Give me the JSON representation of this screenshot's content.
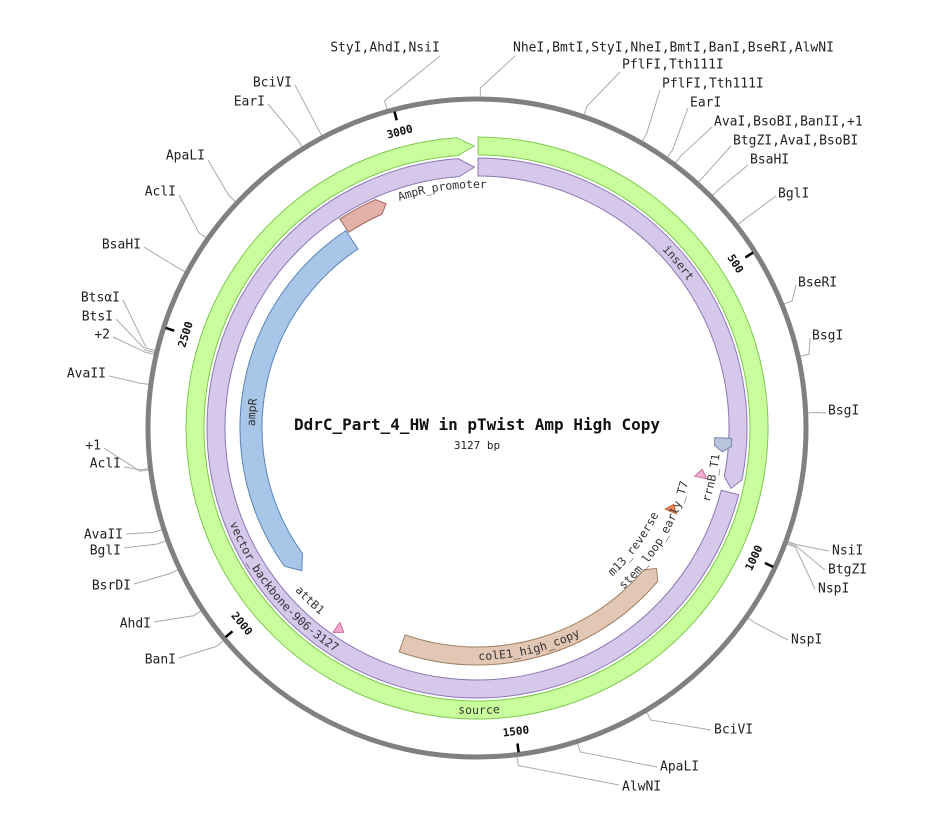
{
  "title": "DdrC_Part_4_HW in pTwist Amp High Copy",
  "length_label": "3127 bp",
  "total_bp": 3127,
  "backbone_color": "#808080",
  "ticks": [
    {
      "bp": 500,
      "label": "500"
    },
    {
      "bp": 1000,
      "label": "1000"
    },
    {
      "bp": 1500,
      "label": "1500"
    },
    {
      "bp": 2000,
      "label": "2000"
    },
    {
      "bp": 2500,
      "label": "2500"
    },
    {
      "bp": 3000,
      "label": "3000"
    }
  ],
  "features": [
    {
      "id": "source",
      "label": "source",
      "start": 2,
      "end": 3122,
      "direction": "forward",
      "fill": "#c8ff9c",
      "stroke": "#7ec850",
      "shape": "arrow",
      "label_bp": 1560,
      "label_dir": "ccw"
    },
    {
      "id": "insert",
      "label": "insert",
      "start": 2,
      "end": 898,
      "direction": "forward",
      "fill": "#d5c8ea",
      "stroke": "#8c78b2",
      "shape": "arrow",
      "label_bp": 440,
      "label_dir": "cw"
    },
    {
      "id": "vector-backbone",
      "label": "vector_backbone-906-3127",
      "start": 906,
      "end": 3122,
      "direction": "forward",
      "fill": "#d5c8ea",
      "stroke": "#8c78b2",
      "shape": "arrow",
      "label_bp": 2003,
      "label_dir": "ccw"
    },
    {
      "id": "ampr-promoter",
      "label": "AmpR_promoter",
      "start": 2838,
      "end": 2935,
      "direction": "forward",
      "fill": "#e2b2a8",
      "stroke": "#a0665c",
      "shape": "arrow",
      "label_bp": 3055,
      "label_dir": "cw"
    },
    {
      "id": "ampr",
      "label": "ampR",
      "start": 2005,
      "end": 2835,
      "direction": "reverse",
      "fill": "#a8c6e8",
      "stroke": "#5a84b8",
      "shape": "arrow",
      "label_bp": 2380,
      "label_dir": "cw"
    },
    {
      "id": "cole1",
      "label": "colE1_high_copy",
      "start": 1112,
      "end": 1730,
      "direction": "reverse",
      "fill": "#e2c8b4",
      "stroke": "#a08062",
      "shape": "arrow",
      "label_bp": 1447,
      "label_dir": "ccw"
    },
    {
      "id": "rrnb-t1",
      "label": "rrnB_T1",
      "start": 802,
      "end": 830,
      "direction": "forward",
      "fill": "#b8c4dc",
      "stroke": "#7a8aa8",
      "shape": "arrow",
      "label_bp": 886,
      "label_dir": "ccw"
    },
    {
      "id": "stem-loop",
      "label": "stem_loop_early_T7",
      "start": 872,
      "end": 890,
      "direction": "reverse",
      "fill": "#f6aad2",
      "stroke": "#c8709c",
      "shape": "triangle",
      "label_bp": 1052,
      "label_dir": "ccw"
    },
    {
      "id": "m13-reverse",
      "label": "m13_reverse",
      "start": 966,
      "end": 984,
      "direction": "reverse",
      "fill": "#f08a5c",
      "stroke": "#c06038",
      "shape": "triangle",
      "label_bp": 1099,
      "label_dir": "ccw"
    },
    {
      "id": "attb1",
      "label": "attB1",
      "start": 1851,
      "end": 1869,
      "direction": "reverse",
      "fill": "#f6aad2",
      "stroke": "#c8709c",
      "shape": "triangle",
      "label_bp": 1947,
      "label_dir": "ccw"
    }
  ],
  "enzymes": [
    {
      "label": "StyI,AhdI,NsiI",
      "bp": 2990
    },
    {
      "label": "NheI,BmtI,StyI,NheI,BmtI,BanI,BseRI,AlwNI",
      "bp": 5
    },
    {
      "label": "PflFI,Tth111I",
      "bp": 164
    },
    {
      "label": "PflFI,Tth111I",
      "bp": 260
    },
    {
      "label": "EarI",
      "bp": 305
    },
    {
      "label": "AvaI,BsoBI,BanII,+1",
      "bp": 320
    },
    {
      "label": "BtgZI,AvaI,BsoBI",
      "bp": 365
    },
    {
      "label": "BsaHI",
      "bp": 394
    },
    {
      "label": "BglI",
      "bp": 452
    },
    {
      "label": "BseRI",
      "bp": 591
    },
    {
      "label": "BsgI",
      "bp": 673
    },
    {
      "label": "BsgI",
      "bp": 759
    },
    {
      "label": "NsiI",
      "bp": 956
    },
    {
      "label": "BtgZI",
      "bp": 958
    },
    {
      "label": "NspI",
      "bp": 960
    },
    {
      "label": "NspI",
      "bp": 1086
    },
    {
      "label": "BciVI",
      "bp": 1296
    },
    {
      "label": "ApaLI",
      "bp": 1410
    },
    {
      "label": "AlwNI",
      "bp": 1503
    },
    {
      "label": "BanI",
      "bp": 1998
    },
    {
      "label": "AhdI",
      "bp": 2054
    },
    {
      "label": "BsrDI",
      "bp": 2125
    },
    {
      "label": "BglI",
      "bp": 2172
    },
    {
      "label": "AvaII",
      "bp": 2190
    },
    {
      "label": "AclI",
      "bp": 2284
    },
    {
      "label": "+1",
      "bp": 2282
    },
    {
      "label": "AvaII",
      "bp": 2411
    },
    {
      "label": "+2",
      "bp": 2457
    },
    {
      "label": "BtsI",
      "bp": 2460
    },
    {
      "label": "BtsαI",
      "bp": 2463
    },
    {
      "label": "BsaHI",
      "bp": 2590
    },
    {
      "label": "AclI",
      "bp": 2650
    },
    {
      "label": "ApaLI",
      "bp": 2720
    },
    {
      "label": "EarI",
      "bp": 2850
    },
    {
      "label": "BciVI",
      "bp": 2884
    }
  ]
}
